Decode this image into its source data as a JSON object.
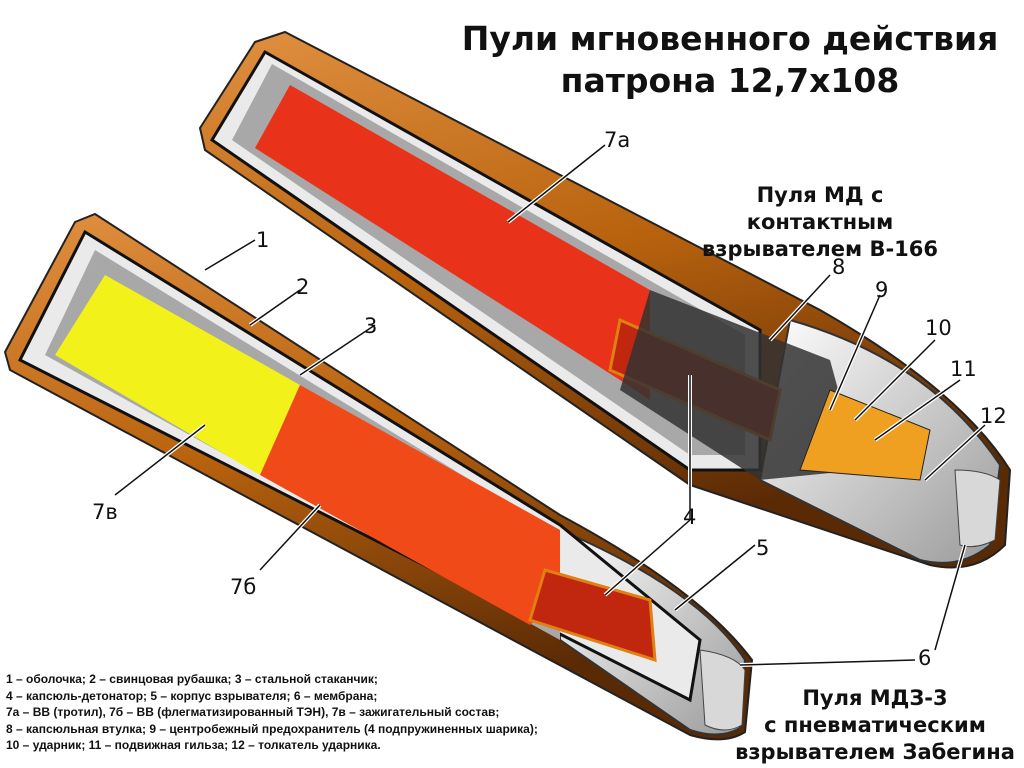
{
  "title": [
    "Пули мгновенного действия",
    "патрона 12,7x108"
  ],
  "bullet_md": [
    "Пуля МД с контактным",
    "взрывателем В-166"
  ],
  "bullet_mdz": [
    "Пуля МДЗ-3",
    "с пневматическим",
    "взрывателем Забегина"
  ],
  "labels": {
    "l1": "1",
    "l2": "2",
    "l3": "3",
    "l4": "4",
    "l5": "5",
    "l6": "6",
    "l7a": "7а",
    "l7b": "7б",
    "l7v": "7в",
    "l8": "8",
    "l9": "9",
    "l10": "10",
    "l11": "11",
    "l12": "12"
  },
  "legend": [
    "1 – оболочка; 2 – свинцовая рубашка; 3 – стальной стаканчик;",
    "4 – капсюль-детонатор; 5 – корпус взрывателя; 6 – мембрана;",
    "7а – ВВ (тротил), 7б – ВВ (флегматизированный ТЭН), 7в – зажигательный состав;",
    "8 – капсюльная втулка; 9 – центробежный предохранитель (4 подпружиненных шарика);",
    "10 – ударник; 11 – подвижная гильза; 12 – толкатель ударника."
  ],
  "colors": {
    "jacket": "#b8620e",
    "lead": "#a9a9a9",
    "steel": "#e8e8e8",
    "explosive_a": "#e8321a",
    "explosive_b": "#f04a18",
    "incendiary": "#f2f21a",
    "fuze": "#333333"
  }
}
